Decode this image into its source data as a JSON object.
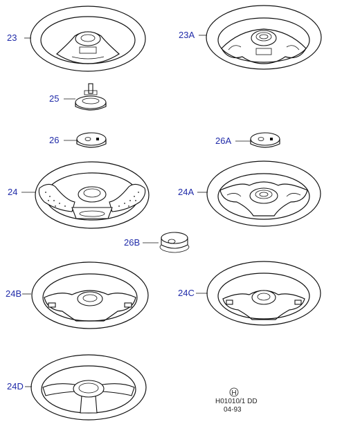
{
  "parts": [
    {
      "id": "23",
      "label": "23",
      "kind": "steering-wheel"
    },
    {
      "id": "23A",
      "label": "23A",
      "kind": "steering-wheel"
    },
    {
      "id": "25",
      "label": "25",
      "kind": "horn-button-assembly"
    },
    {
      "id": "26",
      "label": "26",
      "kind": "horn-button-cap"
    },
    {
      "id": "26A",
      "label": "26A",
      "kind": "horn-button-cap"
    },
    {
      "id": "24",
      "label": "24",
      "kind": "steering-wheel"
    },
    {
      "id": "24A",
      "label": "24A",
      "kind": "steering-wheel"
    },
    {
      "id": "26B",
      "label": "26B",
      "kind": "horn-button-cap"
    },
    {
      "id": "24B",
      "label": "24B",
      "kind": "steering-wheel"
    },
    {
      "id": "24C",
      "label": "24C",
      "kind": "steering-wheel"
    },
    {
      "id": "24D",
      "label": "24D",
      "kind": "steering-wheel"
    }
  ],
  "footer": {
    "symbol": "H",
    "ref_code": "H01010/1 DD",
    "date_code": "04-93"
  },
  "colors": {
    "line": "#111111",
    "callout_text": "#1f2aa8"
  }
}
